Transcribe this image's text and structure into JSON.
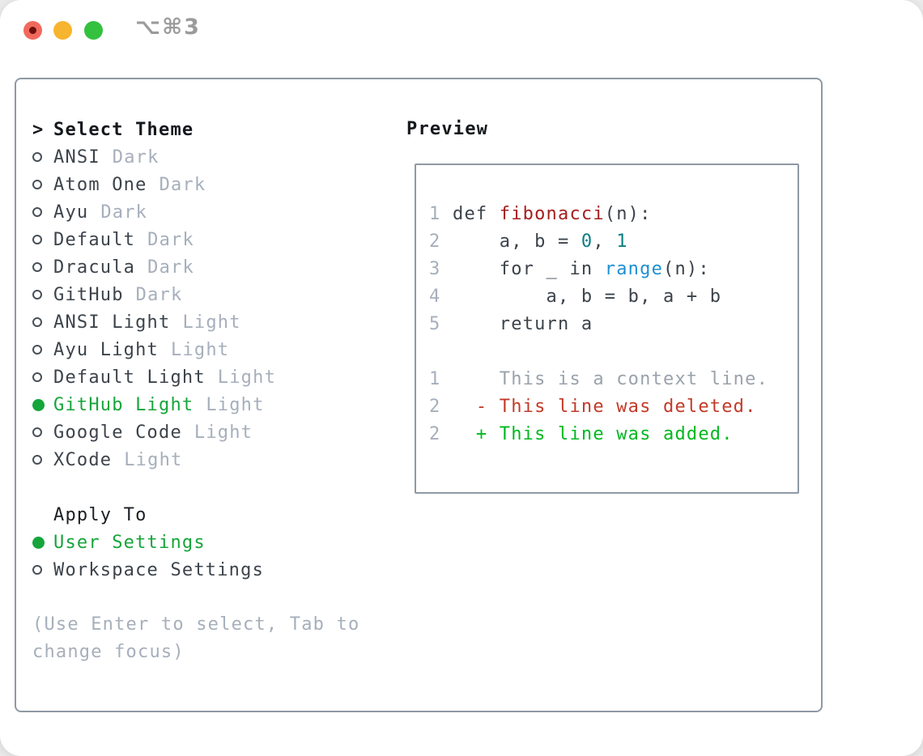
{
  "window": {
    "title": "⌥⌘3"
  },
  "colors": {
    "foreground": "#3c434b",
    "muted_gray": "#a6afbb",
    "selection_green": "#16a53a",
    "added_green": "#00b81f",
    "deleted_red": "#c23a28",
    "function_red": "#a61e1e",
    "number_teal": "#0b7e84",
    "builtin_blue": "#1f90d2",
    "context_gray": "#9aa2ac",
    "panel_border": "#8f99a5",
    "title_gray": "#9b9b9b",
    "traffic_red": "#f1695d",
    "traffic_yellow": "#f7b42e",
    "traffic_green": "#33c13e"
  },
  "icons": {
    "radio_unselected": "ring",
    "radio_selected": "filled-dot"
  },
  "theme_panel": {
    "prompt": ">",
    "header": "Select Theme",
    "themes": [
      {
        "name": "ANSI",
        "tag": "Dark",
        "selected": false
      },
      {
        "name": "Atom One",
        "tag": "Dark",
        "selected": false
      },
      {
        "name": "Ayu",
        "tag": "Dark",
        "selected": false
      },
      {
        "name": "Default",
        "tag": "Dark",
        "selected": false
      },
      {
        "name": "Dracula",
        "tag": "Dark",
        "selected": false
      },
      {
        "name": "GitHub",
        "tag": "Dark",
        "selected": false
      },
      {
        "name": "ANSI Light",
        "tag": "Light",
        "selected": false
      },
      {
        "name": "Ayu Light",
        "tag": "Light",
        "selected": false
      },
      {
        "name": "Default Light",
        "tag": "Light",
        "selected": false
      },
      {
        "name": "GitHub Light",
        "tag": "Light",
        "selected": true
      },
      {
        "name": "Google Code",
        "tag": "Light",
        "selected": false
      },
      {
        "name": "XCode",
        "tag": "Light",
        "selected": false
      }
    ],
    "apply_to": {
      "label": "Apply To",
      "options": [
        {
          "name": "User Settings",
          "selected": true
        },
        {
          "name": "Workspace Settings",
          "selected": false
        }
      ]
    },
    "help_lines": [
      "(Use Enter to select, Tab to",
      "change focus)"
    ]
  },
  "preview": {
    "label": "Preview",
    "lines": [
      {
        "num": "1",
        "tokens": [
          [
            "def ",
            "fg"
          ],
          [
            "fibonacci",
            "func"
          ],
          [
            "(n):",
            "fg"
          ]
        ]
      },
      {
        "num": "2",
        "tokens": [
          [
            "    a, b = ",
            "fg"
          ],
          [
            "0",
            "num"
          ],
          [
            ", ",
            "fg"
          ],
          [
            "1",
            "num"
          ]
        ]
      },
      {
        "num": "3",
        "tokens": [
          [
            "    for _ in ",
            "fg"
          ],
          [
            "range",
            "blt"
          ],
          [
            "(n):",
            "fg"
          ]
        ]
      },
      {
        "num": "4",
        "tokens": [
          [
            "        a, b = b, a + b",
            "fg"
          ]
        ]
      },
      {
        "num": "5",
        "tokens": [
          [
            "    return a",
            "fg"
          ]
        ]
      },
      {
        "num": "",
        "tokens": []
      },
      {
        "num": "1",
        "tokens": [
          [
            "    This is a context line.",
            "ctx"
          ]
        ]
      },
      {
        "num": "2",
        "tokens": [
          [
            "  - This line was deleted.",
            "del"
          ]
        ]
      },
      {
        "num": "2",
        "tokens": [
          [
            "  + This line was added.",
            "add"
          ]
        ]
      }
    ]
  }
}
